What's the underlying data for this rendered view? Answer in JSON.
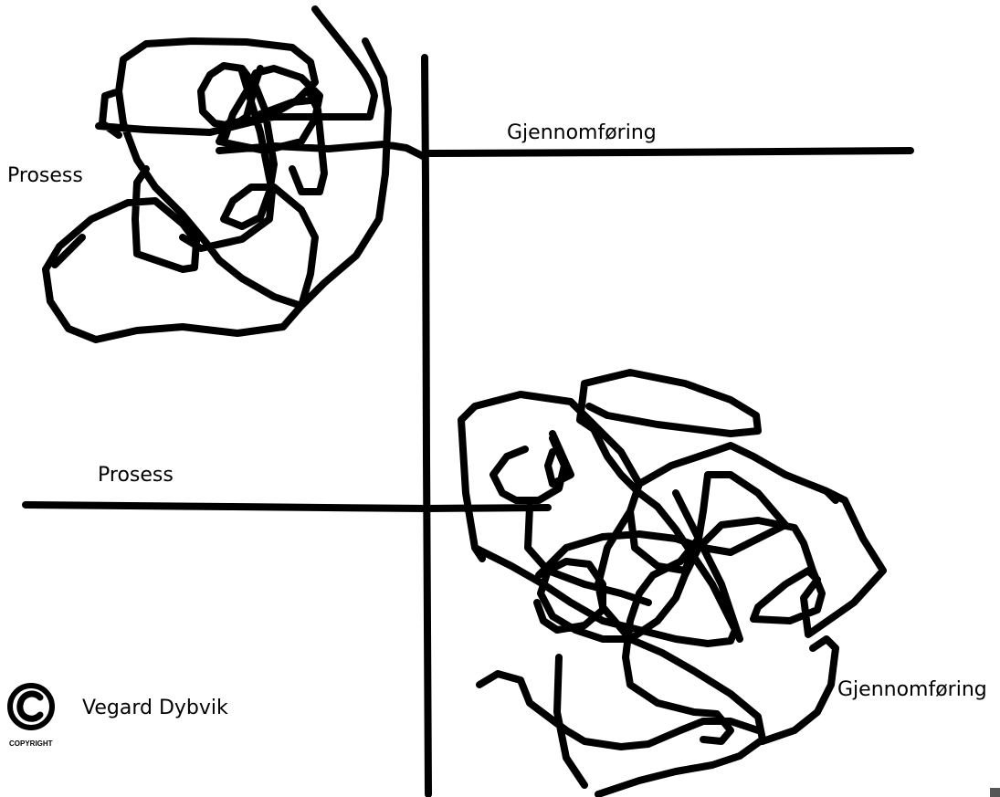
{
  "colors": {
    "ink": "#000000",
    "background": "#ffffff",
    "corner_mark": "#555555"
  },
  "top_left_quadrant": {
    "horizontal_axis_label": "Gjennomføring",
    "vertical_axis_label": "Prosess"
  },
  "bottom_right_quadrant": {
    "horizontal_axis_label": "Prosess",
    "right_label": "Gjennomføring"
  },
  "copyright": {
    "icon": "copyright-icon",
    "word": "COPYRIGHT",
    "author": "Vegard Dybvik"
  }
}
